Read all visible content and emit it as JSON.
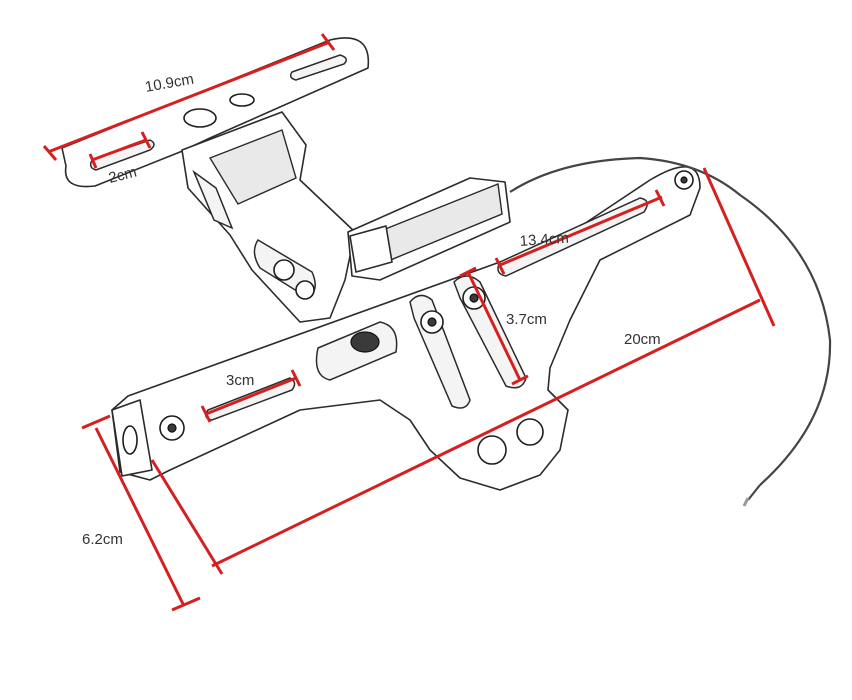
{
  "figure": {
    "colors": {
      "dimension": "#d42020",
      "outline": "#2b2b2b",
      "label": "#333333"
    },
    "dimensions": [
      {
        "id": "top-plate-width",
        "label": "10.9cm"
      },
      {
        "id": "top-slot-length",
        "label": "2cm"
      },
      {
        "id": "upper-slot-length",
        "label": "13.4cm"
      },
      {
        "id": "vertical-slot-length",
        "label": "3.7cm"
      },
      {
        "id": "lower-slot-length",
        "label": "3cm"
      },
      {
        "id": "overall-length",
        "label": "20cm"
      },
      {
        "id": "end-height",
        "label": "6.2cm"
      }
    ]
  }
}
